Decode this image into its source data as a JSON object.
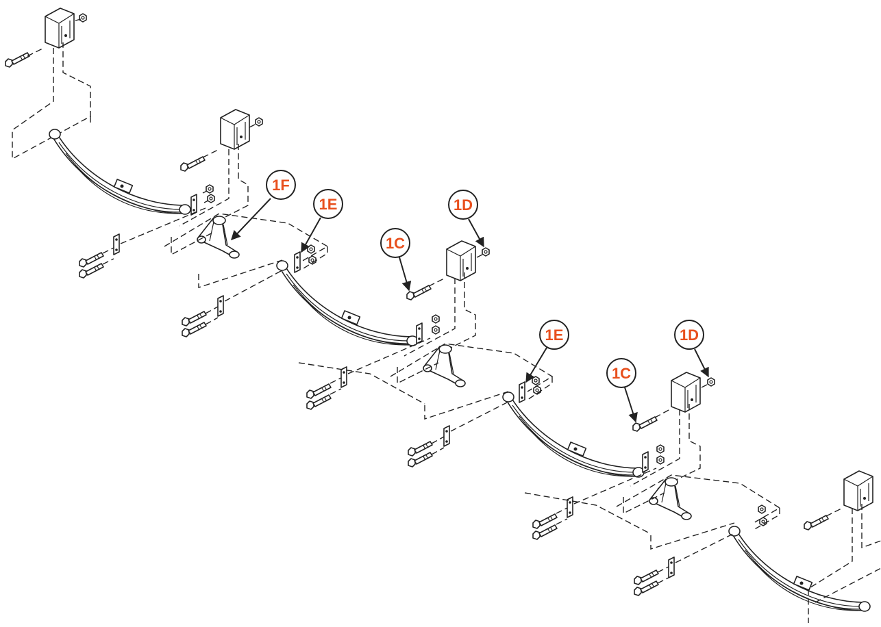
{
  "diagram": {
    "accent_color": "#e8501e",
    "line_color": "#222222",
    "callouts": [
      {
        "id": "1f",
        "label": "1F"
      },
      {
        "id": "1e-a",
        "label": "1E"
      },
      {
        "id": "1d-a",
        "label": "1D"
      },
      {
        "id": "1c-a",
        "label": "1C"
      },
      {
        "id": "1e-b",
        "label": "1E"
      },
      {
        "id": "1d-b",
        "label": "1D"
      },
      {
        "id": "1c-b",
        "label": "1C"
      }
    ]
  }
}
